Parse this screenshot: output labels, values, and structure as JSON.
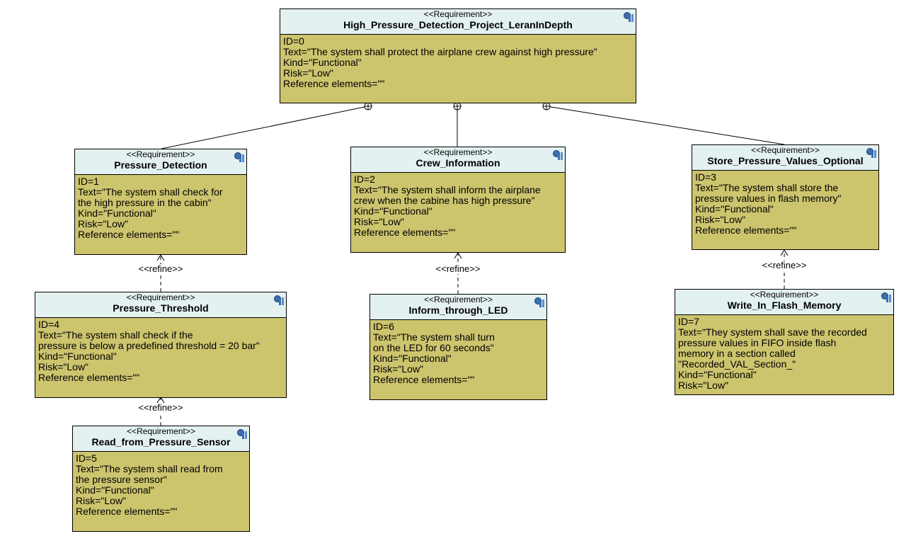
{
  "diagram": {
    "stereotype": "<<Requirement>>",
    "relation_label": "<<refine>>",
    "requirements": [
      {
        "key": "r0",
        "name": "High_Pressure_Detection_Project_LeranInDepth",
        "lines": [
          "ID=0",
          "Text=\"The system shall protect the airplane crew against high pressure\"",
          "Kind=\"Functional\"",
          "Risk=\"Low\"",
          "Reference elements=\"\""
        ]
      },
      {
        "key": "r1",
        "name": "Pressure_Detection",
        "lines": [
          "ID=1",
          "Text=\"The system shall check for",
          "the high pressure in the cabin\"",
          "Kind=\"Functional\"",
          "Risk=\"Low\"",
          "Reference elements=\"\""
        ]
      },
      {
        "key": "r2",
        "name": "Crew_Information",
        "lines": [
          "ID=2",
          "Text=\"The system shall inform the airplane",
          "crew when the cabine has high pressure\"",
          "Kind=\"Functional\"",
          "Risk=\"Low\"",
          "Reference elements=\"\""
        ]
      },
      {
        "key": "r3",
        "name": "Store_Pressure_Values_Optional",
        "lines": [
          "ID=3",
          "Text=\"The system shall store the",
          "pressure values in flash memory\"",
          "Kind=\"Functional\"",
          "Risk=\"Low\"",
          "Reference elements=\"\""
        ]
      },
      {
        "key": "r4",
        "name": "Pressure_Threshold",
        "lines": [
          "ID=4",
          "Text=\"The system shall check if the",
          "pressure is below a predefined threshold = 20 bar\"",
          "Kind=\"Functional\"",
          "Risk=\"Low\"",
          "Reference elements=\"\""
        ]
      },
      {
        "key": "r6",
        "name": "Inform_through_LED",
        "lines": [
          "ID=6",
          "Text=\"The system shall turn",
          "on the LED for 60 seconds\"",
          "Kind=\"Functional\"",
          "Risk=\"Low\"",
          "Reference elements=\"\""
        ]
      },
      {
        "key": "r7",
        "name": "Write_In_Flash_Memory",
        "lines": [
          "ID=7",
          "Text=\"They system shall save the recorded",
          "pressure values in FIFO inside flash",
          "memory in a section called",
          "\"Recorded_VAL_Section_\"",
          "Kind=\"Functional\"",
          "Risk=\"Low\""
        ]
      },
      {
        "key": "r5",
        "name": "Read_from_Pressure_Sensor",
        "lines": [
          "ID=5",
          "Text=\"The system shall read from",
          "the pressure sensor\"",
          "Kind=\"Functional\"",
          "Risk=\"Low\"",
          "Reference elements=\"\""
        ]
      }
    ],
    "containment": [
      {
        "parent": "r0",
        "child": "r1"
      },
      {
        "parent": "r0",
        "child": "r2"
      },
      {
        "parent": "r0",
        "child": "r3"
      }
    ],
    "refines": [
      {
        "from": "r4",
        "to": "r1"
      },
      {
        "from": "r6",
        "to": "r2"
      },
      {
        "from": "r7",
        "to": "r3"
      },
      {
        "from": "r5",
        "to": "r4"
      }
    ],
    "colors": {
      "header": "#e4f1f1",
      "body": "#cdc46e",
      "line": "#000000"
    }
  }
}
